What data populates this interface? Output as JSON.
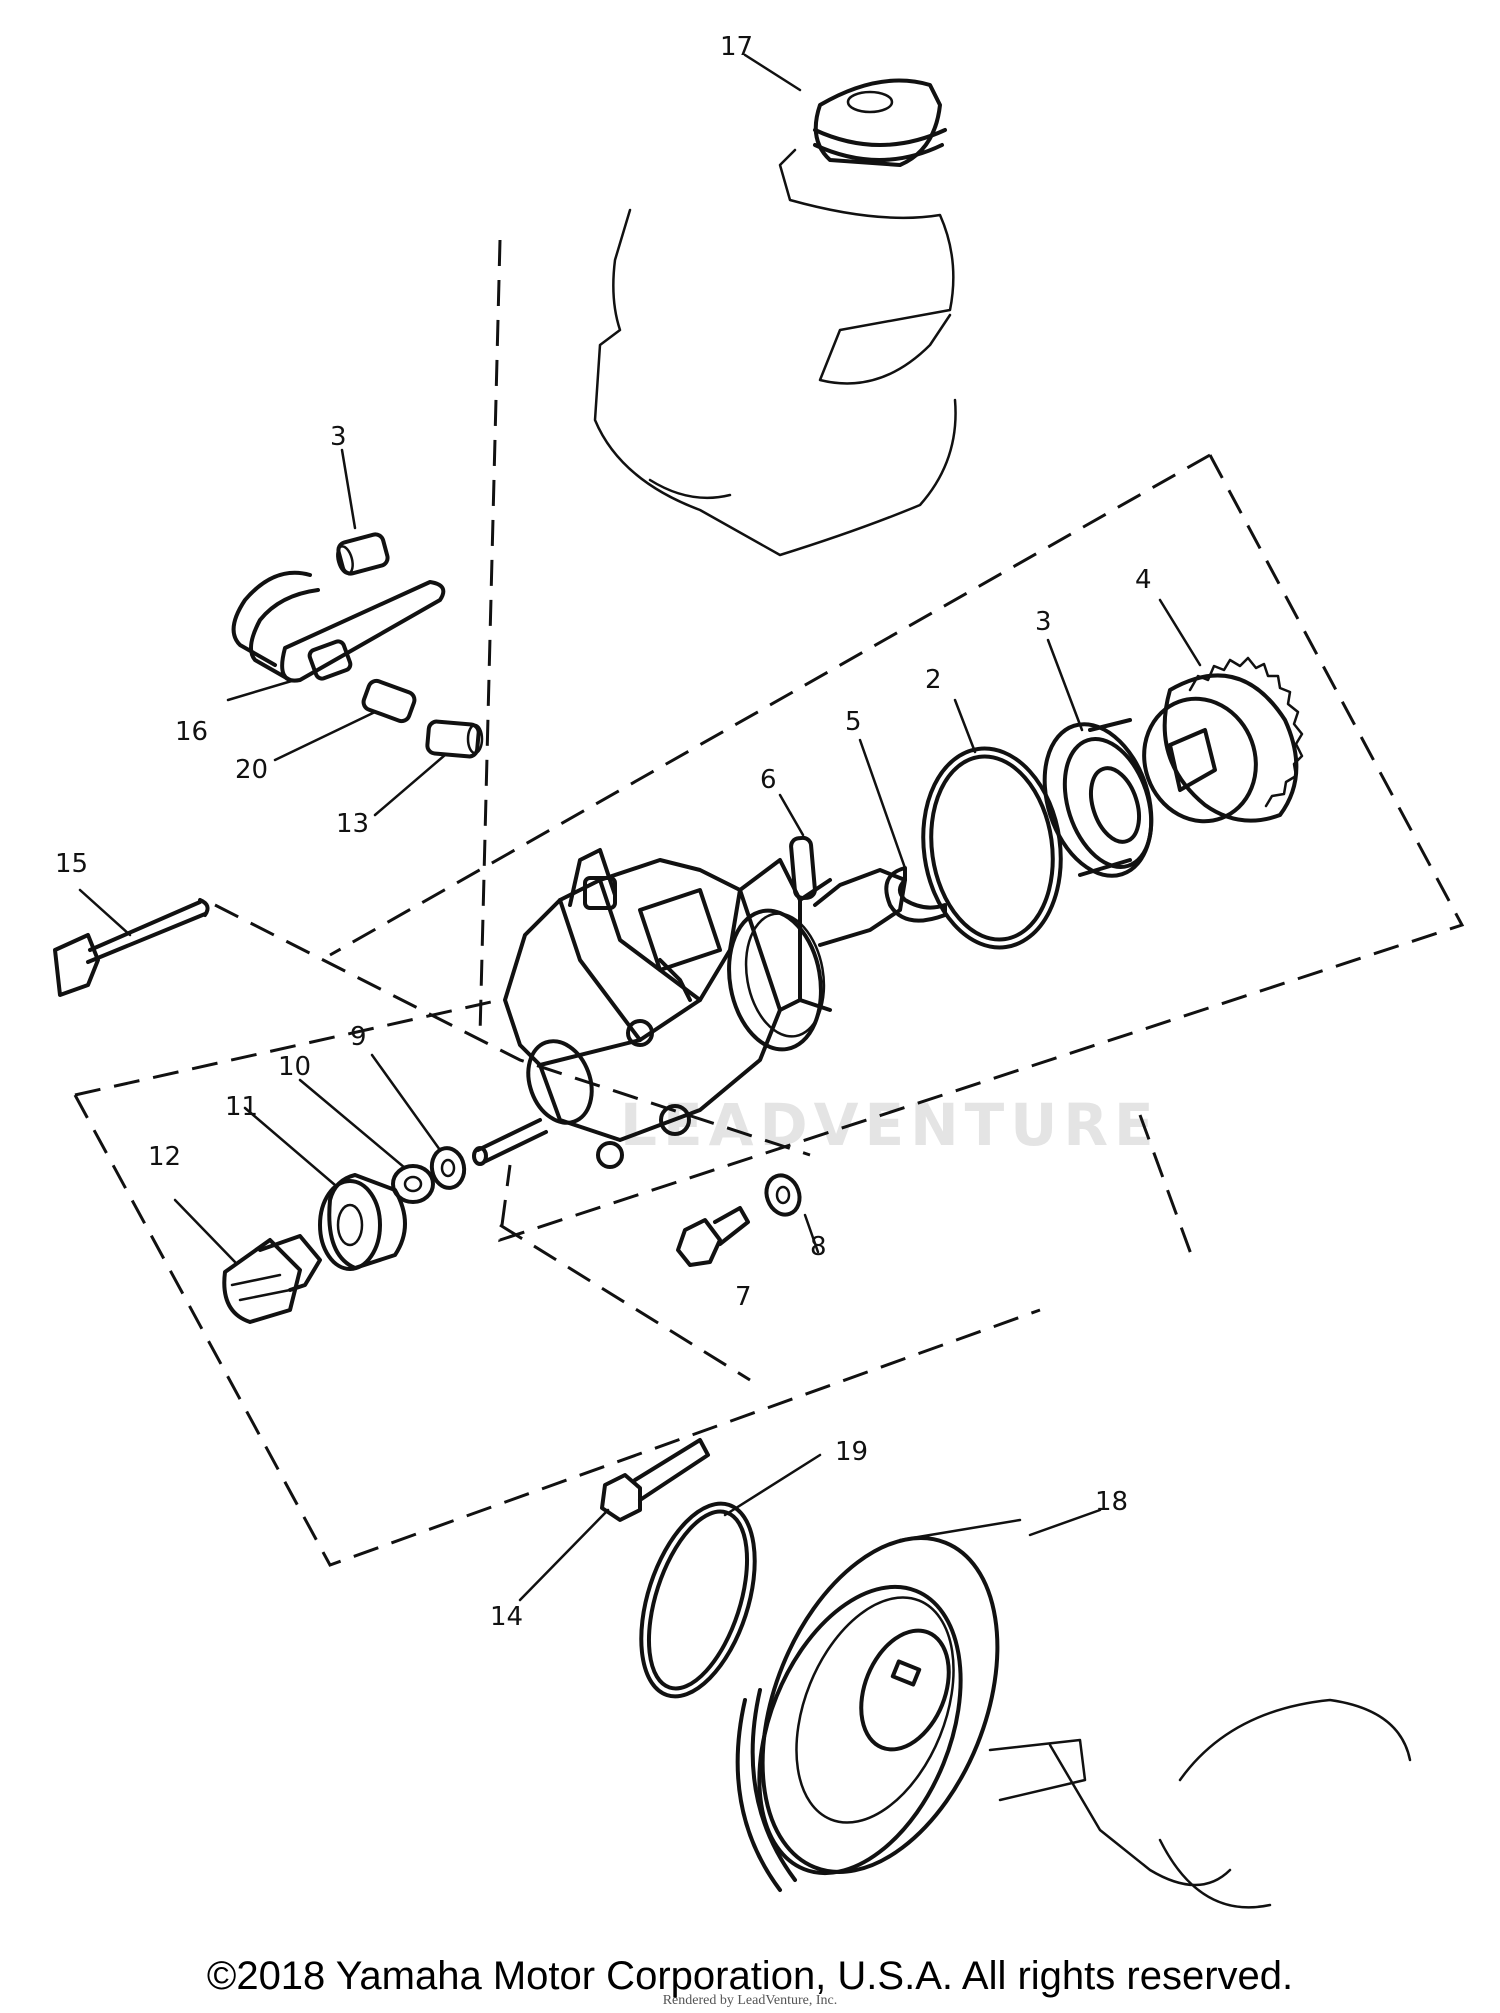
{
  "diagram": {
    "callouts": [
      "17",
      "3",
      "16",
      "20",
      "13",
      "15",
      "6",
      "5",
      "2",
      "3",
      "4",
      "9",
      "10",
      "11",
      "12",
      "8",
      "7",
      "19",
      "18",
      "14"
    ],
    "watermark": "LEADVENTURE"
  },
  "footer": {
    "copyright": "©2018 Yamaha Motor Corporation, U.S.A. All rights reserved.",
    "rendered_by": "Rendered by LeadVenture, Inc."
  }
}
